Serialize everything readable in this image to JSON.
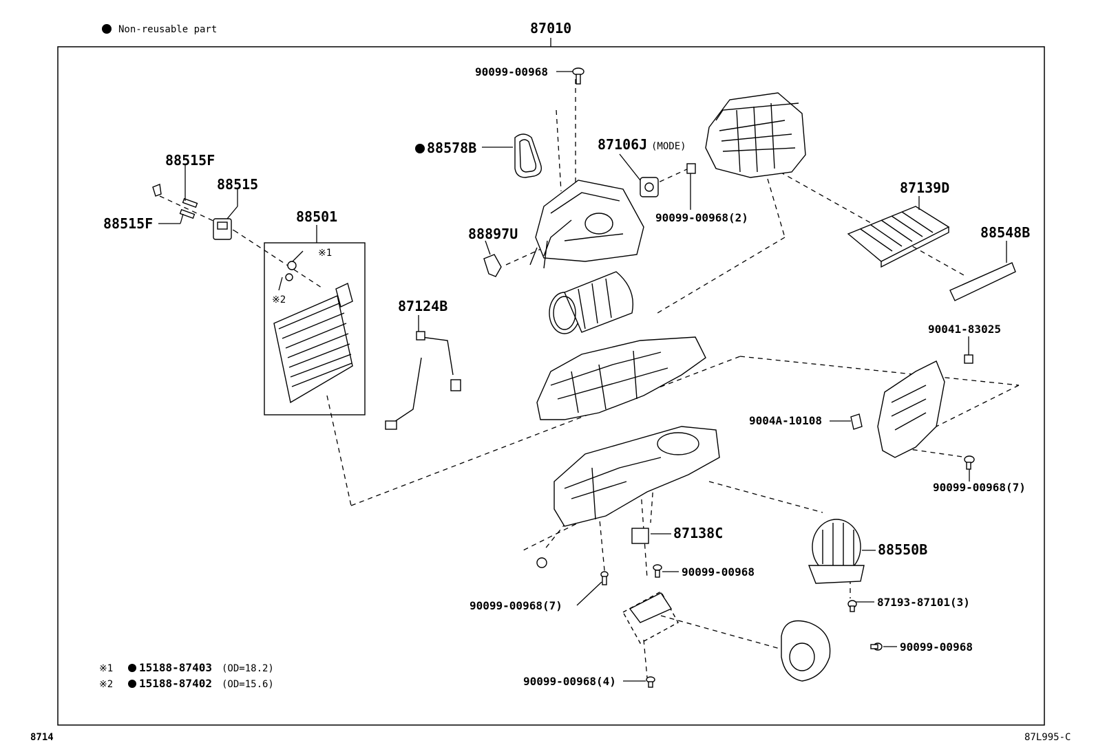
{
  "legend": {
    "dot_symbol": "●",
    "text": "Non-reusable part"
  },
  "assembly": {
    "number": "87010"
  },
  "parts": {
    "p90099_00968_top": "90099-00968",
    "p88578B": "88578B",
    "p87106J": "87106J",
    "p87106J_note": "(MODE)",
    "p90099_00968_2": "90099-00968(2)",
    "p88515F_a": "88515F",
    "p88515": "88515",
    "p88515F_b": "88515F",
    "p88501": "88501",
    "ref1": "※1",
    "ref2": "※2",
    "p88897U": "88897U",
    "p87124B": "87124B",
    "p87139D": "87139D",
    "p88548B": "88548B",
    "p90041_83025": "90041-83025",
    "p9004A_10108": "9004A-10108",
    "p90099_00968_7_right": "90099-00968(7)",
    "p87138C": "87138C",
    "p90099_00968_mid": "90099-00968",
    "p88550B": "88550B",
    "p87193_87101_3": "87193-87101(3)",
    "p90099_00968_7_left": "90099-00968(7)",
    "p90099_00968_right": "90099-00968",
    "p90099_00968_4": "90099-00968(4)"
  },
  "footnotes": [
    {
      "mark": "※1",
      "part": "15188-87403",
      "note": "(OD=18.2)"
    },
    {
      "mark": "※2",
      "part": "15188-87402",
      "note": "(OD=15.6)"
    }
  ],
  "footer": {
    "left_code": "8714",
    "right_code": "87L995-C"
  }
}
